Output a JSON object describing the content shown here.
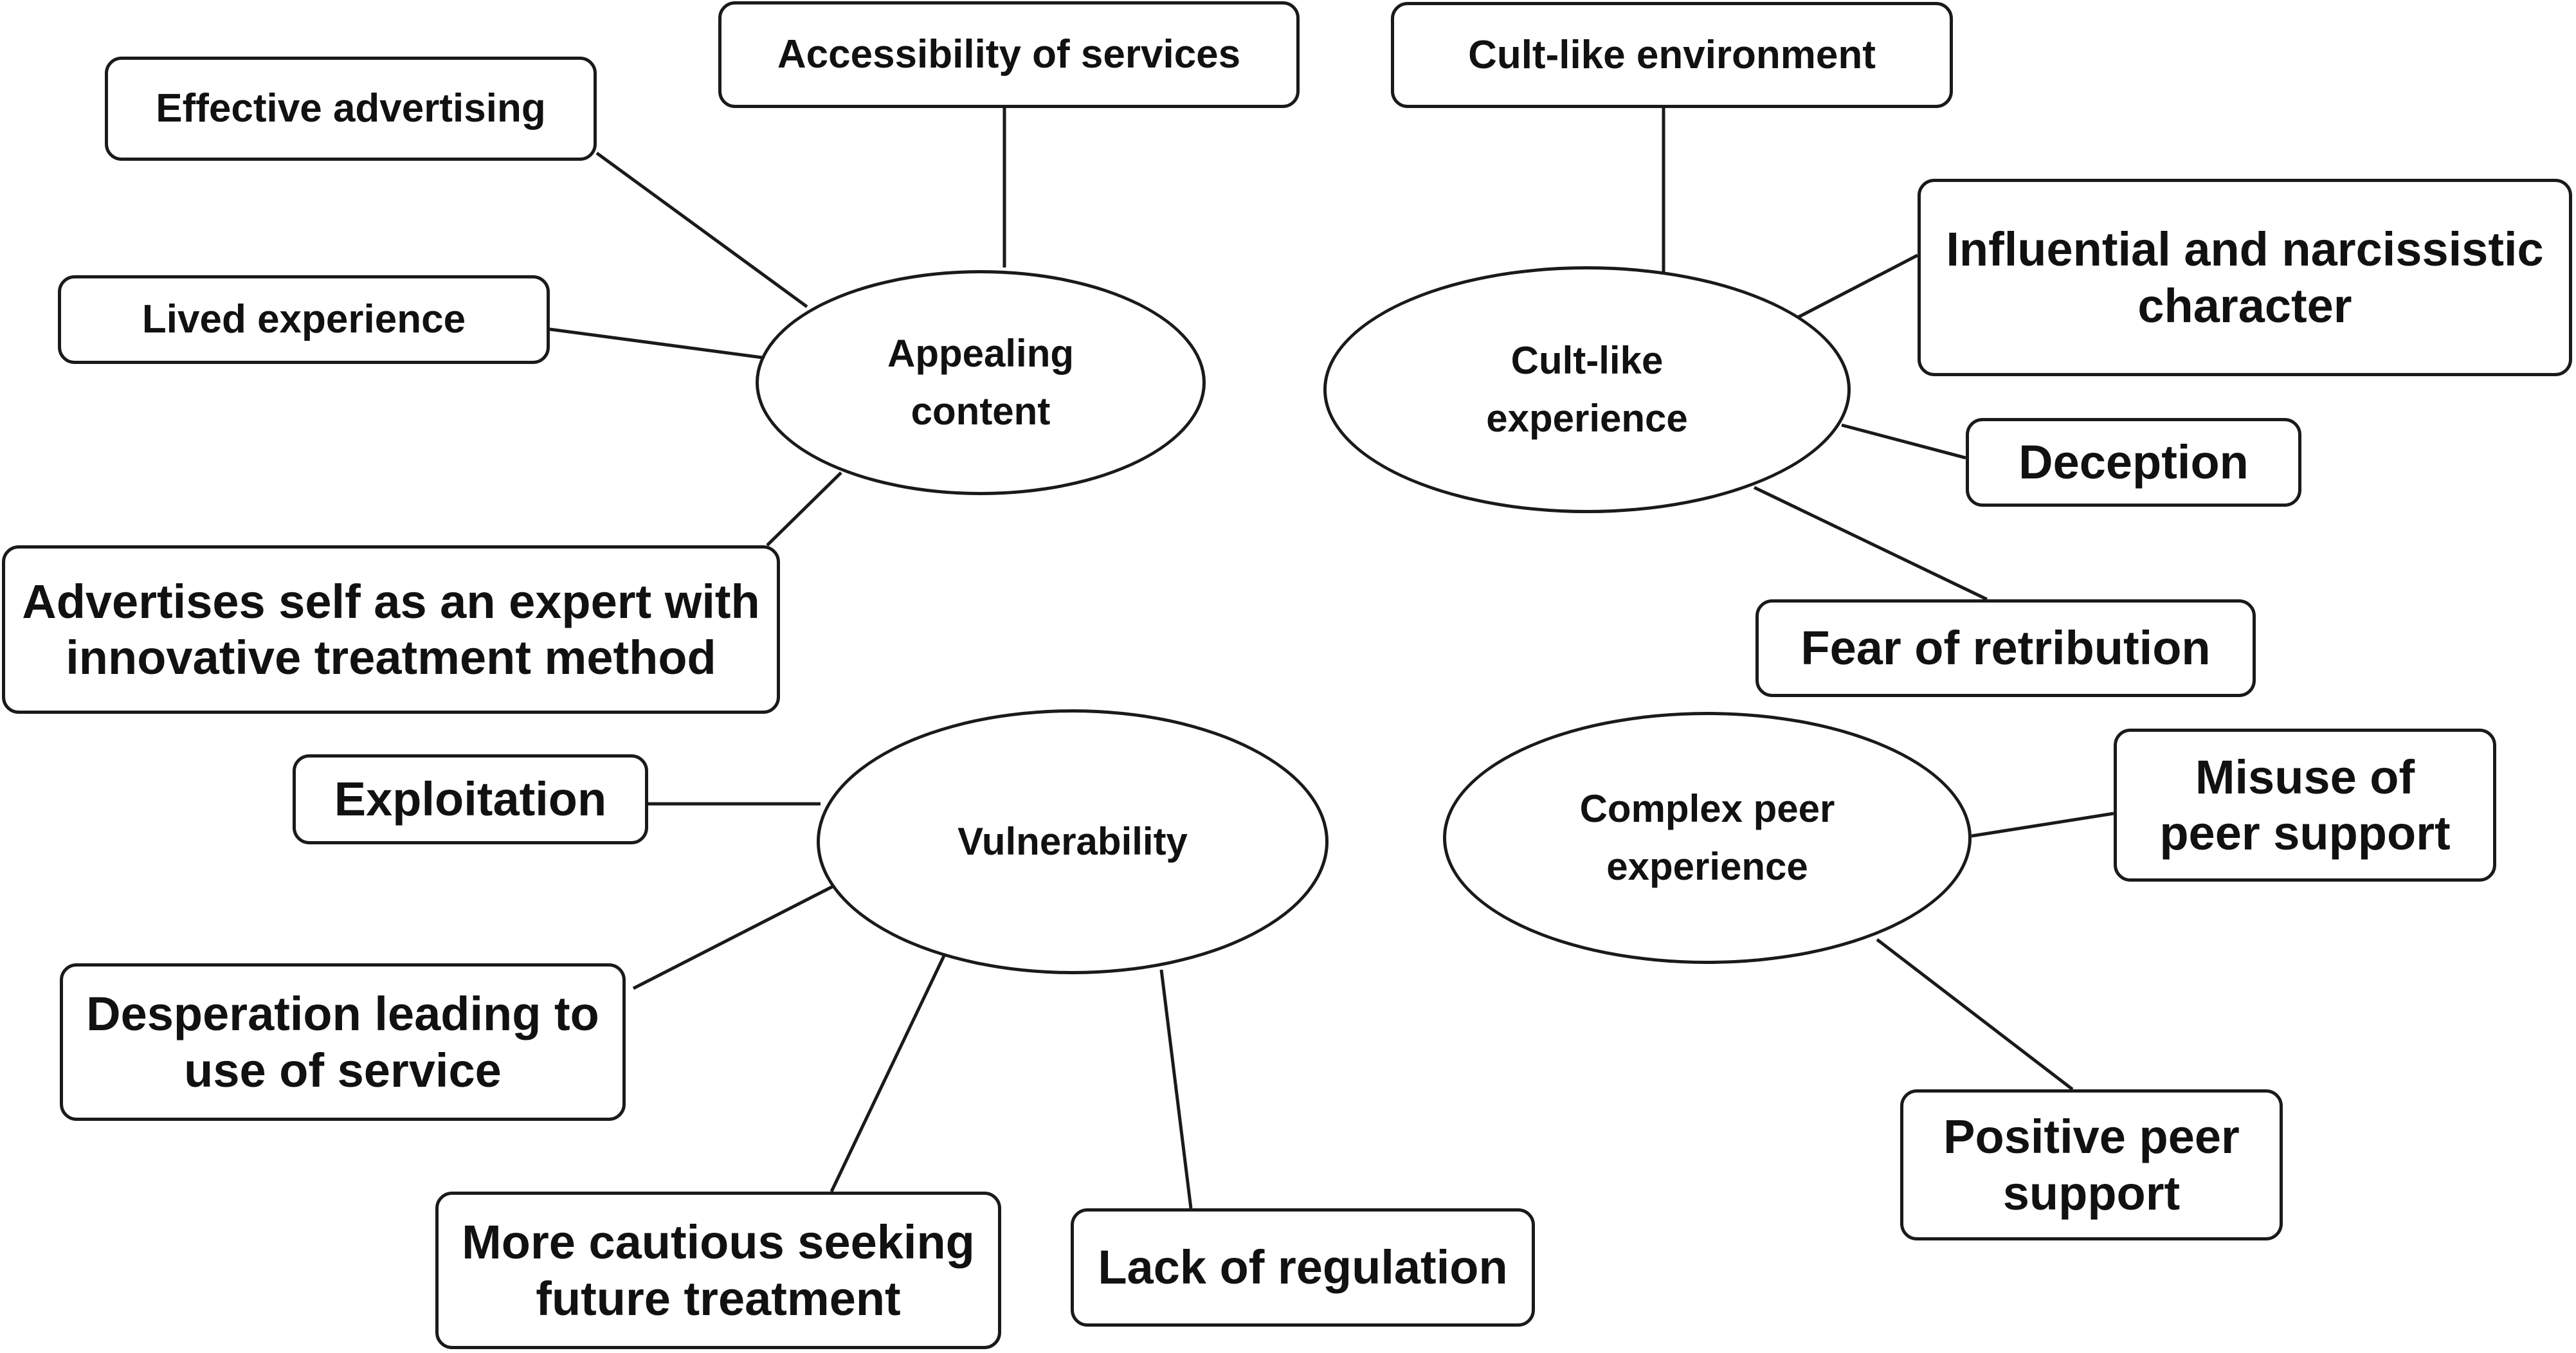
{
  "themes": {
    "appealing": "Appealing\ncontent",
    "cult": "Cult-like\nexperience",
    "vulnerability": "Vulnerability",
    "peer": "Complex peer\nexperience"
  },
  "subthemes": {
    "accessibility": "Accessibility of services",
    "advertising": "Effective advertising",
    "lived": "Lived experience",
    "expert": "Advertises self as an expert with\ninnovative treatment method",
    "cult_env": "Cult-like environment",
    "influential": "Influential and narcissistic\ncharacter",
    "deception": "Deception",
    "fear": "Fear of retribution",
    "exploitation": "Exploitation",
    "desperation": "Desperation leading to\nuse of service",
    "cautious": "More cautious seeking\nfuture treatment",
    "regulation": "Lack of regulation",
    "misuse": "Misuse of\npeer support",
    "positive": "Positive peer\nsupport"
  }
}
